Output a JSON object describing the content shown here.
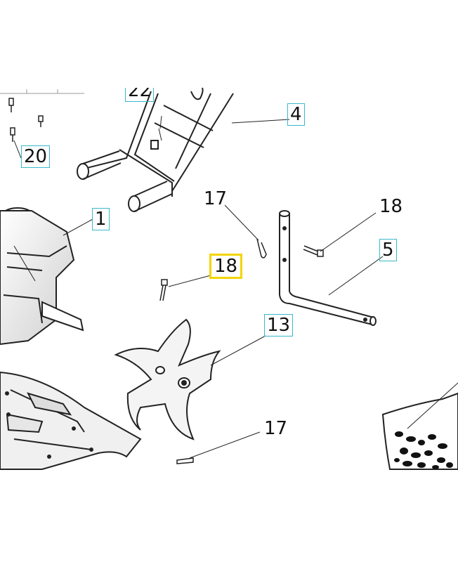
{
  "labels": {
    "l22": "22",
    "l20": "20",
    "l4": "4",
    "l17a": "17",
    "l18a": "18",
    "l1": "1",
    "l5": "5",
    "l18b": "18",
    "l13": "13",
    "l17b": "17"
  },
  "styles": {
    "box_color": "#39b8cc",
    "highlight_color": "#f2d500",
    "line_color": "#1a1a1a"
  }
}
